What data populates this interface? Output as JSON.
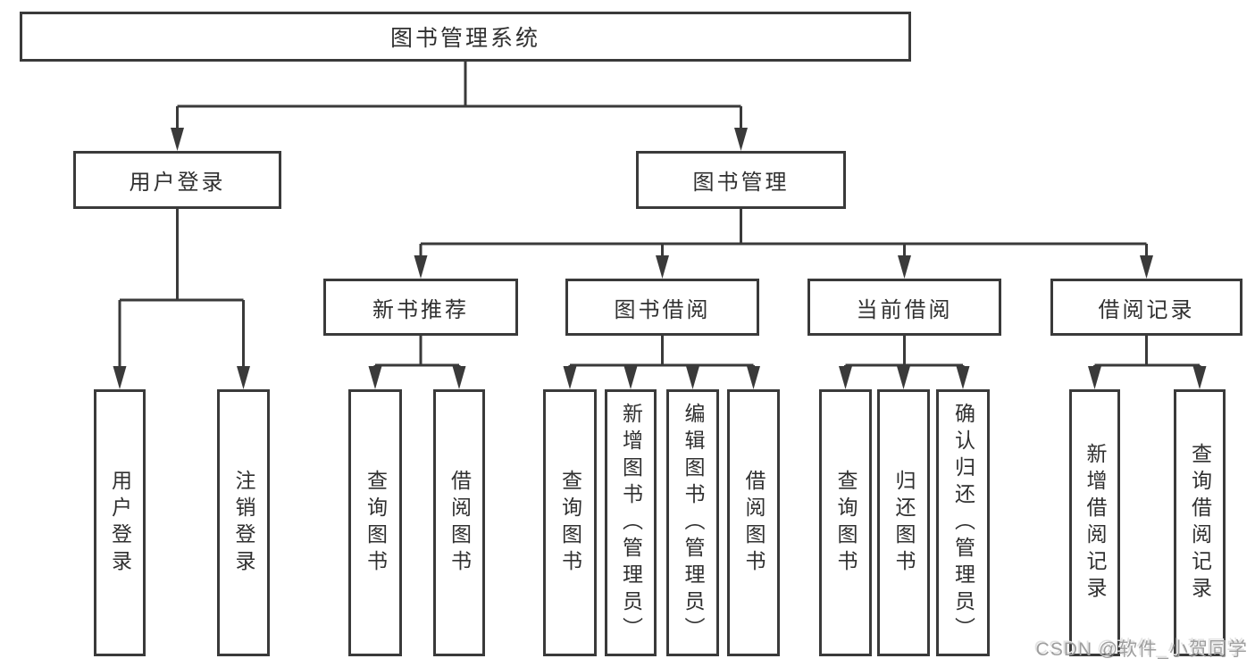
{
  "colors": {
    "line": "#3a3a3a",
    "text": "#303030",
    "watermark": "#9e9e9e",
    "background": "#ffffff"
  },
  "watermark": "CSDN @软件_小贺同学",
  "tree": {
    "root": {
      "label": "图书管理系统",
      "children": [
        {
          "label": "用户登录",
          "children": [
            {
              "label": "用户登录"
            },
            {
              "label": "注销登录"
            }
          ]
        },
        {
          "label": "图书管理",
          "children": [
            {
              "label": "新书推荐",
              "children": [
                {
                  "label": "查询图书"
                },
                {
                  "label": "借阅图书"
                }
              ]
            },
            {
              "label": "图书借阅",
              "children": [
                {
                  "label": "查询图书"
                },
                {
                  "label": "新增图书（管理员）"
                },
                {
                  "label": "编辑图书（管理员）"
                },
                {
                  "label": "借阅图书"
                }
              ]
            },
            {
              "label": "当前借阅",
              "children": [
                {
                  "label": "查询图书"
                },
                {
                  "label": "归还图书"
                },
                {
                  "label": "确认归还（管理员）"
                }
              ]
            },
            {
              "label": "借阅记录",
              "children": [
                {
                  "label": "新增借阅记录"
                },
                {
                  "label": "查询借阅记录"
                }
              ]
            }
          ]
        }
      ]
    }
  }
}
